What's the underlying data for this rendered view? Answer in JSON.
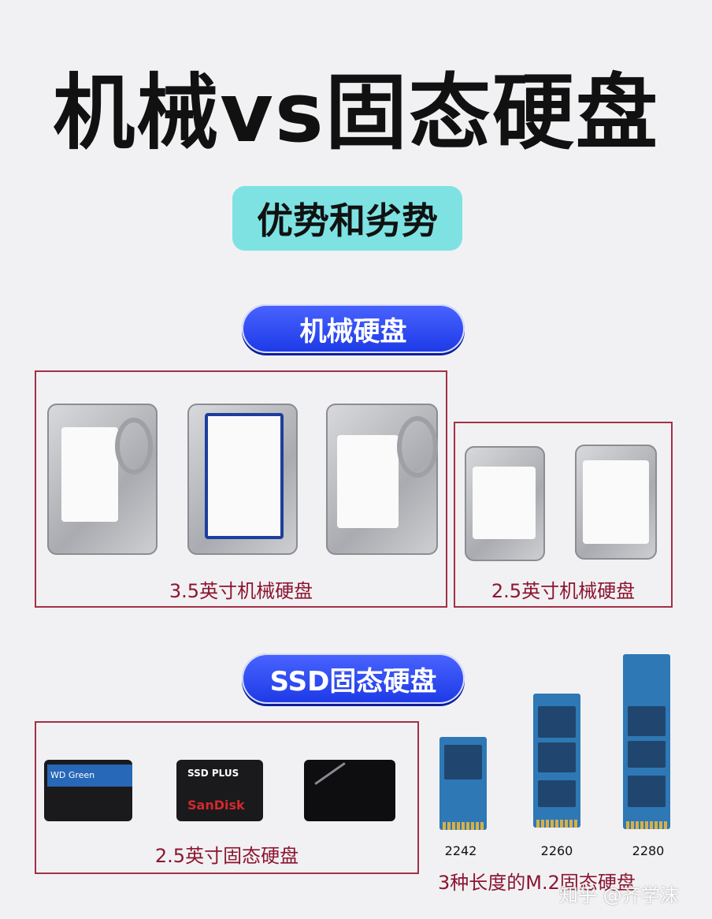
{
  "title": "机械vs固态硬盘",
  "subtitle": "优势和劣势",
  "hdd_section": {
    "label": "机械硬盘",
    "caption_35": "3.5英寸机械硬盘",
    "caption_25": "2.5英寸机械硬盘"
  },
  "ssd_section": {
    "label": "SSD固态硬盘",
    "caption_25": "2.5英寸固态硬盘",
    "m2_sizes": [
      "2242",
      "2260",
      "2280"
    ],
    "caption_m2": "3种长度的M.2固态硬盘"
  },
  "drive_text": {
    "wd_brand": "WD Green",
    "sandisk_model": "SSD PLUS",
    "sandisk_brand": "SanDisk"
  },
  "watermark": "知乎 @齐学沫"
}
